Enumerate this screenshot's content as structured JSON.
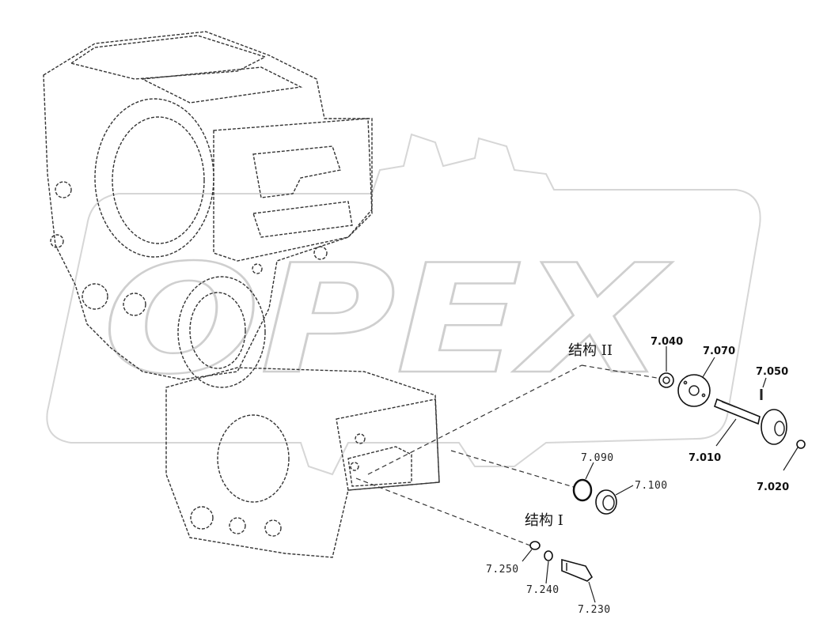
{
  "watermark": {
    "text": "OPEX"
  },
  "structures": {
    "struct_1": "结构 I",
    "struct_2": "结构 II"
  },
  "parts": {
    "p7010": "7.010",
    "p7020": "7.020",
    "p7040": "7.040",
    "p7050": "7.050",
    "p7070": "7.070",
    "p7090": "7.090",
    "p7100": "7.100",
    "p7230": "7.230",
    "p7240": "7.240",
    "p7250": "7.250"
  }
}
